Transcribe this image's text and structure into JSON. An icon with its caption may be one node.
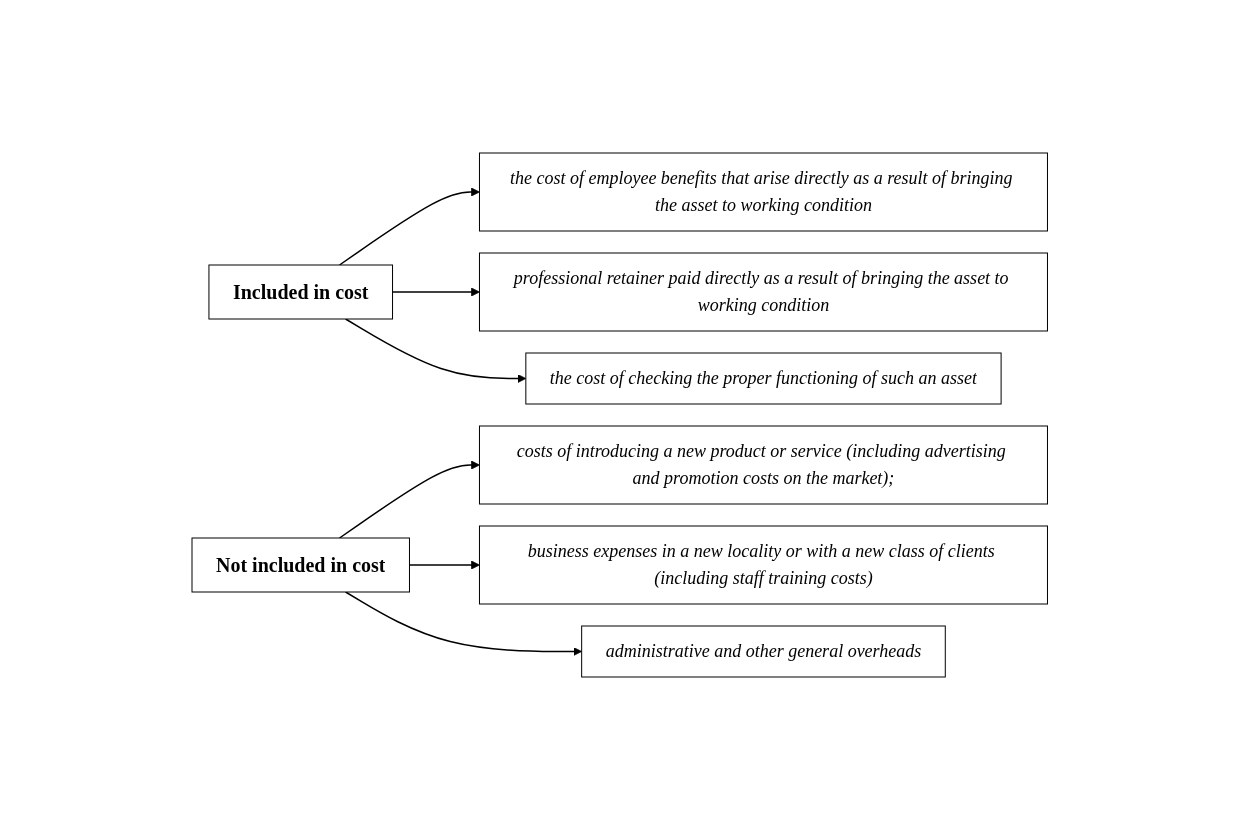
{
  "diagram": {
    "nodes": [
      {
        "text": [
          "Included in cost"
        ]
      },
      {
        "text": [
          "the cost of employee benefits that arise directly as a result of bringing the asset to working condition"
        ]
      },
      {
        "text": [
          "professional retainer paid directly as a result of bringing the asset to working condition"
        ]
      },
      {
        "text": [
          "the cost of checking the proper functioning of such an asset"
        ]
      },
      {
        "text": [
          "Not included in cost"
        ]
      },
      {
        "text": [
          "costs of introducing a new product or service (including advertising and promotion costs on the market);"
        ]
      },
      {
        "text": [
          "business expenses in a new locality or with a new class of clients (including staff training costs)"
        ]
      },
      {
        "text": [
          "administrative and other general overheads"
        ]
      }
    ],
    "edges": [
      {
        "from": 0,
        "to": 1,
        "arrow": "to"
      },
      {
        "from": 0,
        "to": 2,
        "arrow": "to"
      },
      {
        "from": 0,
        "to": 3,
        "arrow": "to"
      },
      {
        "from": 4,
        "to": 5,
        "arrow": "to"
      },
      {
        "from": 4,
        "to": 6,
        "arrow": "to"
      },
      {
        "from": 4,
        "to": 7,
        "arrow": "to"
      }
    ]
  }
}
